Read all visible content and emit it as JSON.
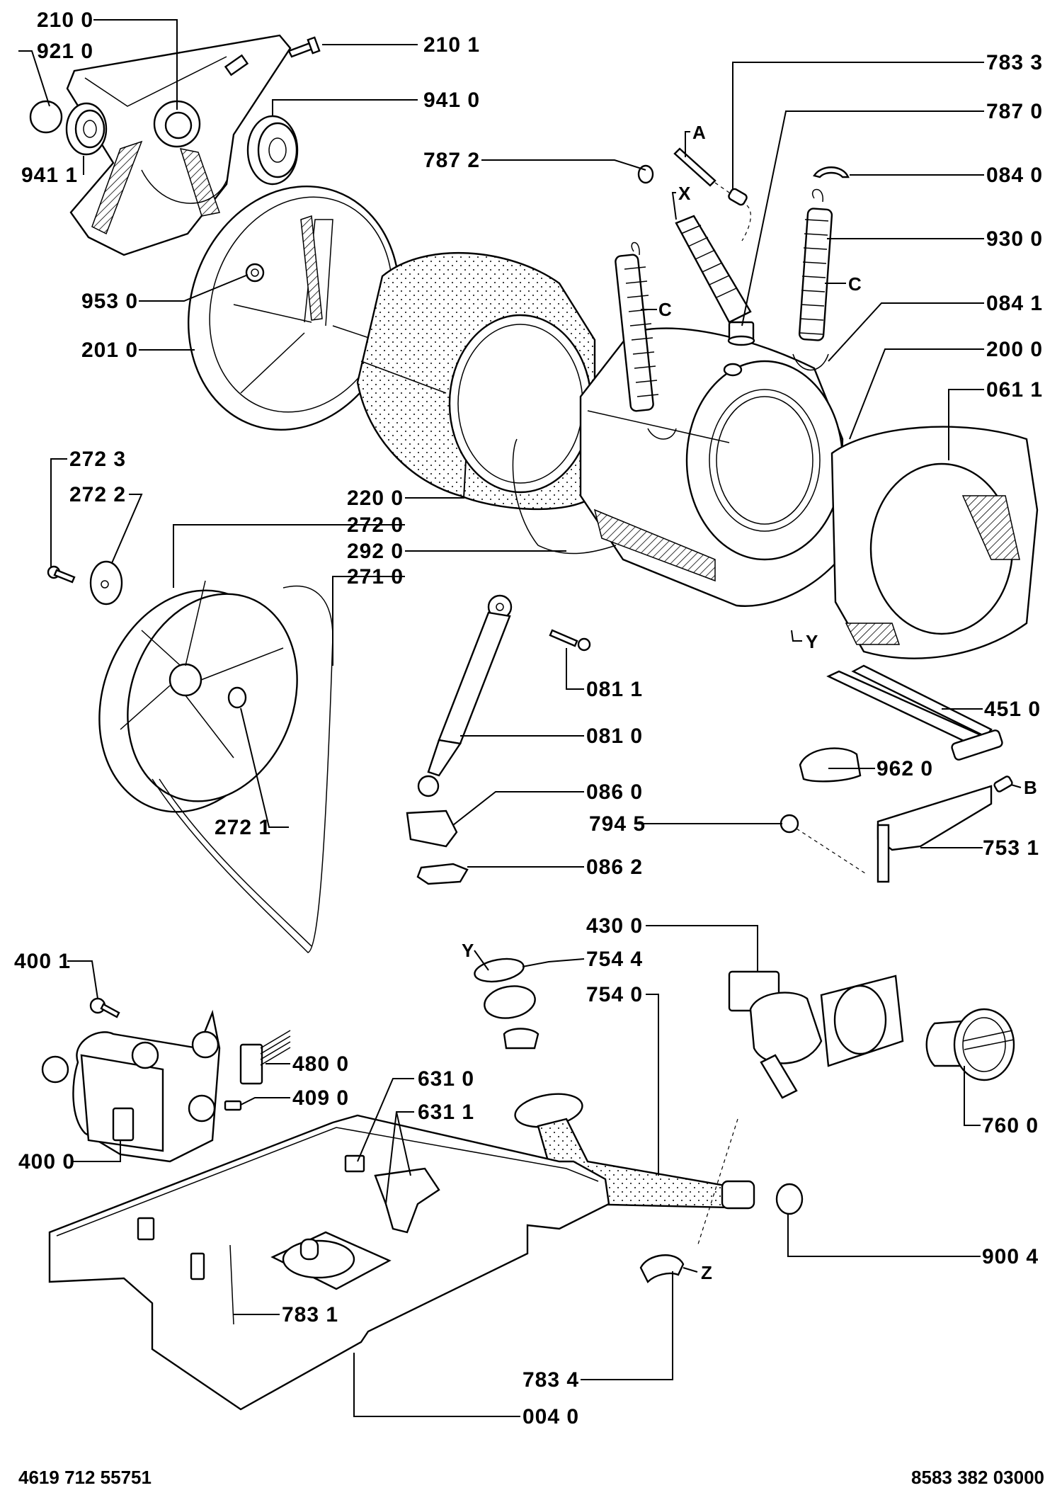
{
  "document": {
    "type": "exploded parts diagram",
    "subject": "washing machine drum, tub, motor and pump assembly",
    "footer_left": "4619 712 55751",
    "footer_right": "8583 382 03000"
  },
  "parts": [
    {
      "id": "p2100",
      "label": "210 0"
    },
    {
      "id": "p9210",
      "label": "921 0"
    },
    {
      "id": "p9411",
      "label": "941 1"
    },
    {
      "id": "p2101",
      "label": "210 1"
    },
    {
      "id": "p9410",
      "label": "941 0"
    },
    {
      "id": "p7872",
      "label": "787 2"
    },
    {
      "id": "p9530",
      "label": "953 0"
    },
    {
      "id": "p2010",
      "label": "201 0"
    },
    {
      "id": "p7833",
      "label": "783 3"
    },
    {
      "id": "p7870",
      "label": "787 0"
    },
    {
      "id": "p0840",
      "label": "084 0"
    },
    {
      "id": "p9300",
      "label": "930 0"
    },
    {
      "id": "p0841",
      "label": "084 1"
    },
    {
      "id": "p2000",
      "label": "200 0"
    },
    {
      "id": "p0611",
      "label": "061 1"
    },
    {
      "id": "p2723",
      "label": "272 3"
    },
    {
      "id": "p2722",
      "label": "272 2"
    },
    {
      "id": "p2200",
      "label": "220 0"
    },
    {
      "id": "p2720",
      "label": "272 0"
    },
    {
      "id": "p2920",
      "label": "292 0"
    },
    {
      "id": "p2710",
      "label": "271 0"
    },
    {
      "id": "p0811",
      "label": "081 1"
    },
    {
      "id": "p0810",
      "label": "081 0"
    },
    {
      "id": "p4510",
      "label": "451 0"
    },
    {
      "id": "p9620",
      "label": "962 0"
    },
    {
      "id": "p0860",
      "label": "086 0"
    },
    {
      "id": "p7945",
      "label": "794 5"
    },
    {
      "id": "p7531",
      "label": "753 1"
    },
    {
      "id": "p0862",
      "label": "086 2"
    },
    {
      "id": "p2721",
      "label": "272 1"
    },
    {
      "id": "p4300",
      "label": "430 0"
    },
    {
      "id": "p7544",
      "label": "754 4"
    },
    {
      "id": "p4001",
      "label": "400 1"
    },
    {
      "id": "p7540",
      "label": "754 0"
    },
    {
      "id": "p4800",
      "label": "480 0"
    },
    {
      "id": "p6310",
      "label": "631 0"
    },
    {
      "id": "p4090",
      "label": "409 0"
    },
    {
      "id": "p6311",
      "label": "631 1"
    },
    {
      "id": "p7600",
      "label": "760 0"
    },
    {
      "id": "p4000",
      "label": "400 0"
    },
    {
      "id": "p9004",
      "label": "900 4"
    },
    {
      "id": "p7831",
      "label": "783 1"
    },
    {
      "id": "p7834",
      "label": "783 4"
    },
    {
      "id": "p0040",
      "label": "004 0"
    }
  ],
  "reference_letters": {
    "A": "A",
    "X": "X",
    "C1": "C",
    "C2": "C",
    "B": "B",
    "Y1": "Y",
    "Y2": "Y",
    "Z": "Z"
  }
}
